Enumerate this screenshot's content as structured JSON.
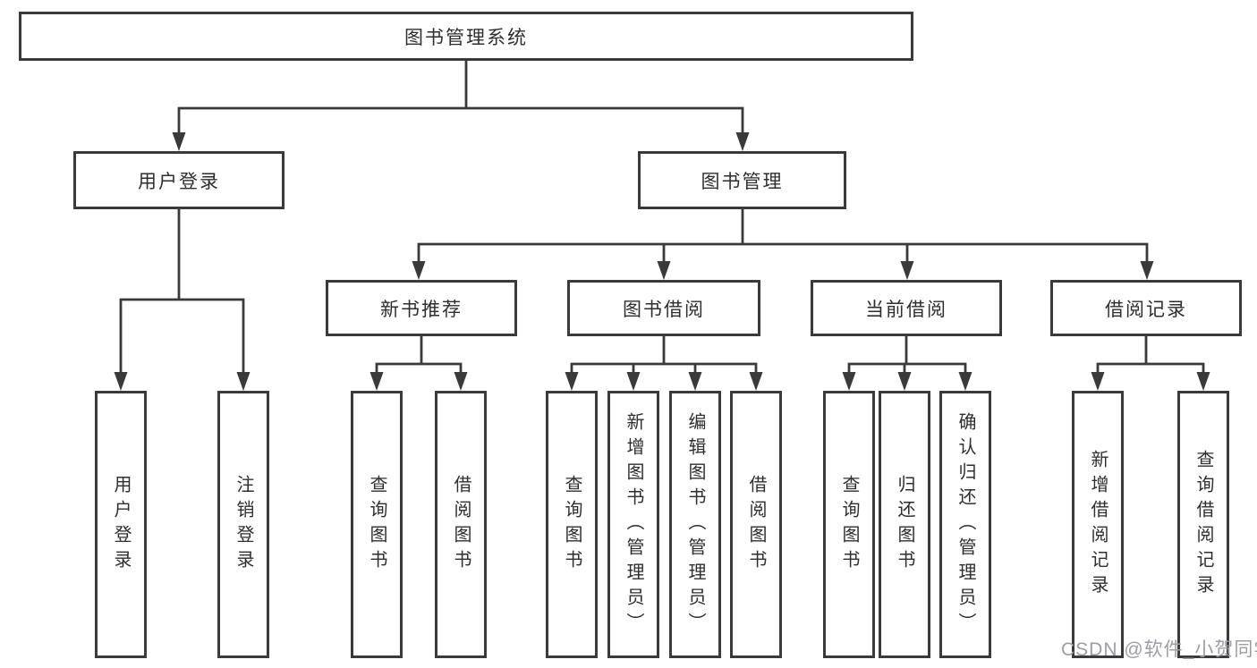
{
  "tree": {
    "label": "图书管理系统",
    "children": [
      {
        "label": "用户登录",
        "children": [
          {
            "label": "用户登录"
          },
          {
            "label": "注销登录"
          }
        ]
      },
      {
        "label": "图书管理",
        "children": [
          {
            "label": "新书推荐",
            "children": [
              {
                "label": "查询图书"
              },
              {
                "label": "借阅图书"
              }
            ]
          },
          {
            "label": "图书借阅",
            "children": [
              {
                "label": "查询图书"
              },
              {
                "label": "新增图书（管理员）"
              },
              {
                "label": "编辑图书（管理员）"
              },
              {
                "label": "借阅图书"
              }
            ]
          },
          {
            "label": "当前借阅",
            "children": [
              {
                "label": "查询图书"
              },
              {
                "label": "归还图书"
              },
              {
                "label": "确认归还（管理员）"
              }
            ]
          },
          {
            "label": "借阅记录",
            "children": [
              {
                "label": "新增借阅记录"
              },
              {
                "label": "查询借阅记录"
              }
            ]
          }
        ]
      }
    ]
  },
  "watermark": {
    "text": "CSDN @软件_小贺同学"
  },
  "colors": {
    "line": "#3a3a3a",
    "text": "#2e2e2e",
    "watermark": "#9d9da3"
  }
}
